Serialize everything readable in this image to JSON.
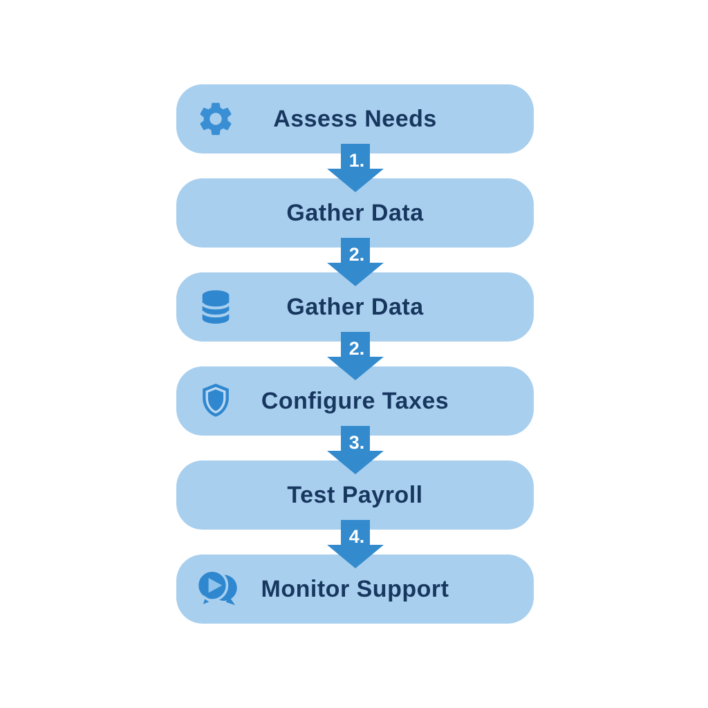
{
  "diagram": {
    "colors": {
      "background": "#ffffff",
      "box_fill": "#a9cfee",
      "text_color": "#17375f",
      "arrow_color": "#338bce",
      "icon_color": "#3a8fd4",
      "icon_accent": "#8fc3ec"
    },
    "steps": [
      {
        "label": "Assess Needs",
        "icon": "gear-icon"
      },
      {
        "label": "Gather Data",
        "icon": ""
      },
      {
        "label": "Gather Data",
        "icon": "database-icon"
      },
      {
        "label": "Configure Taxes",
        "icon": "shield-icon"
      },
      {
        "label": "Test Payroll",
        "icon": ""
      },
      {
        "label": "Monitor Support",
        "icon": "chat-icon"
      }
    ],
    "connectors": [
      {
        "label": "1."
      },
      {
        "label": "2."
      },
      {
        "label": "2."
      },
      {
        "label": "3."
      },
      {
        "label": "4."
      }
    ]
  }
}
